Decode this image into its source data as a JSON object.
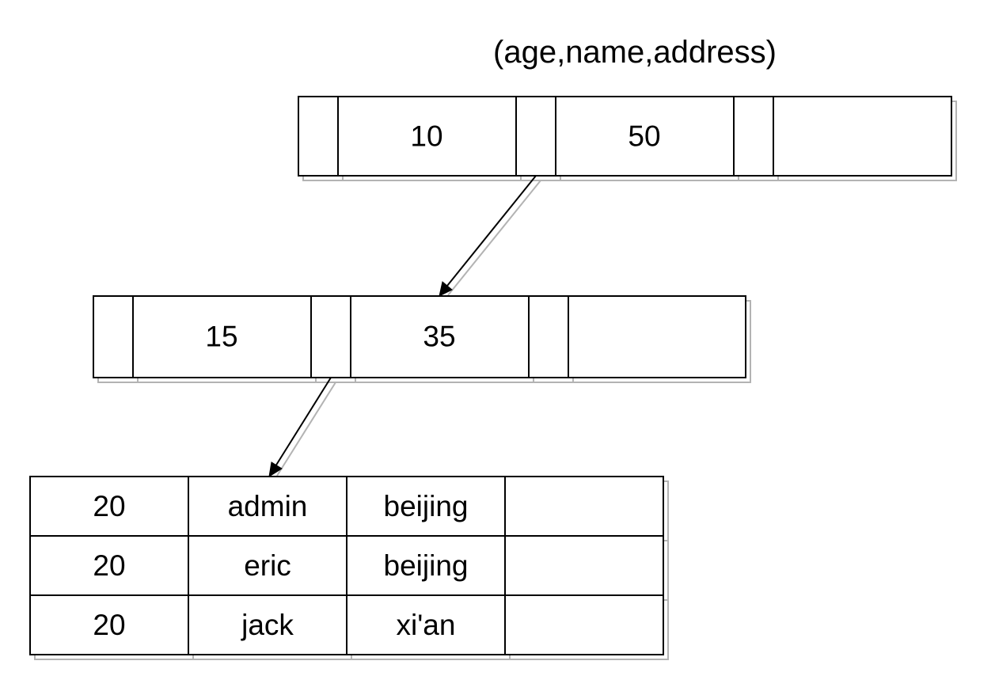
{
  "diagram": {
    "index_columns_label": "(age,name,address)",
    "root_node": {
      "keys": [
        "10",
        "50"
      ]
    },
    "child_node": {
      "keys": [
        "15",
        "35"
      ]
    },
    "leaf_table": {
      "rows": [
        [
          "20",
          "admin",
          "beijing",
          ""
        ],
        [
          "20",
          "eric",
          "beijing",
          ""
        ],
        [
          "20",
          "jack",
          "xi'an",
          ""
        ]
      ]
    }
  }
}
